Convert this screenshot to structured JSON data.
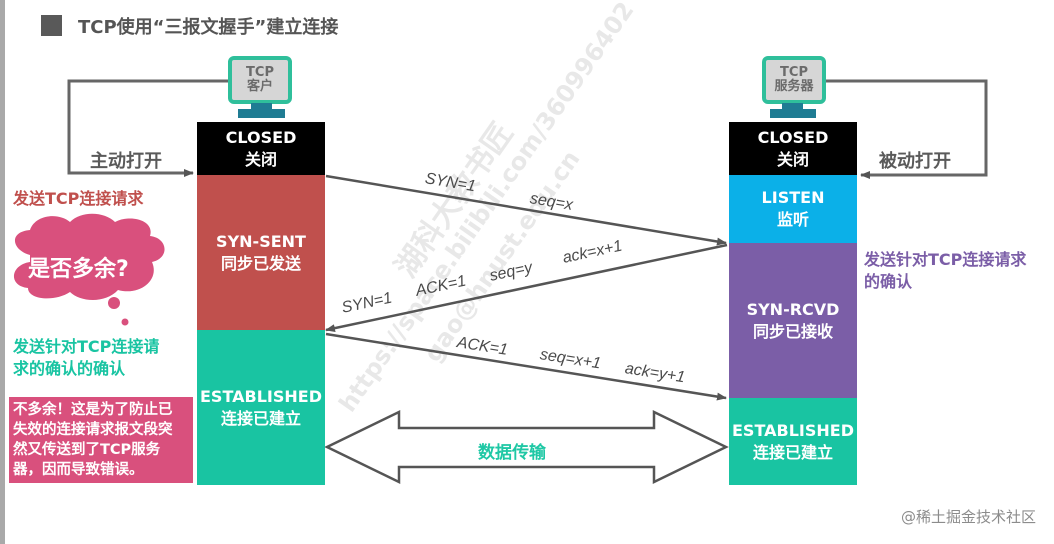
{
  "title": "TCP使用“三报文握手”建立连接",
  "client": {
    "device_label_line1": "TCP",
    "device_label_line2": "客户",
    "action_label": "主动打开",
    "states": [
      {
        "en": "CLOSED",
        "zh": "关闭",
        "color": "#000000"
      },
      {
        "en": "SYN-SENT",
        "zh": "同步已发送",
        "color": "#c0504d"
      },
      {
        "en": "ESTABLISHED",
        "zh": "连接已建立",
        "color": "#19c4a2"
      }
    ]
  },
  "server": {
    "device_label_line1": "TCP",
    "device_label_line2": "服务器",
    "action_label": "被动打开",
    "states": [
      {
        "en": "CLOSED",
        "zh": "关闭",
        "color": "#000000"
      },
      {
        "en": "LISTEN",
        "zh": "监听",
        "color": "#0bb0e8"
      },
      {
        "en": "SYN-RCVD",
        "zh": "同步已接收",
        "color": "#7b5ea7"
      },
      {
        "en": "ESTABLISHED",
        "zh": "连接已建立",
        "color": "#19c4a2"
      }
    ]
  },
  "messages": {
    "m1": {
      "a": "SYN=1",
      "b": "seq=x"
    },
    "m2": {
      "a": "SYN=1",
      "b": "ACK=1",
      "c": "seq=y",
      "d": "ack=x+1"
    },
    "m3": {
      "a": "ACK=1",
      "b": "seq=x+1",
      "c": "ack=y+1"
    }
  },
  "data_transfer_label": "数据传输",
  "notes": {
    "send_request": "发送TCP连接请求",
    "thought_bubble": "是否多余?",
    "ack_of_ack_line1": "发送针对TCP连接请",
    "ack_of_ack_line2": "求的确认的确认",
    "server_ack_line1": "发送针对TCP连接请求",
    "server_ack_line2": "的确认",
    "explanation_lines": [
      "不多余！这是为了防止已",
      "失效的连接请求报文段突",
      "然又传送到了TCP服务",
      "器，因而导致错误。"
    ]
  },
  "watermark_lines": [
    "湖科大教书匠",
    "https://space.bilibili.com/360996402",
    "gao@hnust.edu.cn"
  ],
  "footer": "@稀土掘金技术社区",
  "colors": {
    "client_action": "#c0504d",
    "teal_note": "#19c4a2",
    "server_note": "#7b5ea7",
    "explanation_bg": "#d9507d",
    "bubble": "#d9507d"
  }
}
